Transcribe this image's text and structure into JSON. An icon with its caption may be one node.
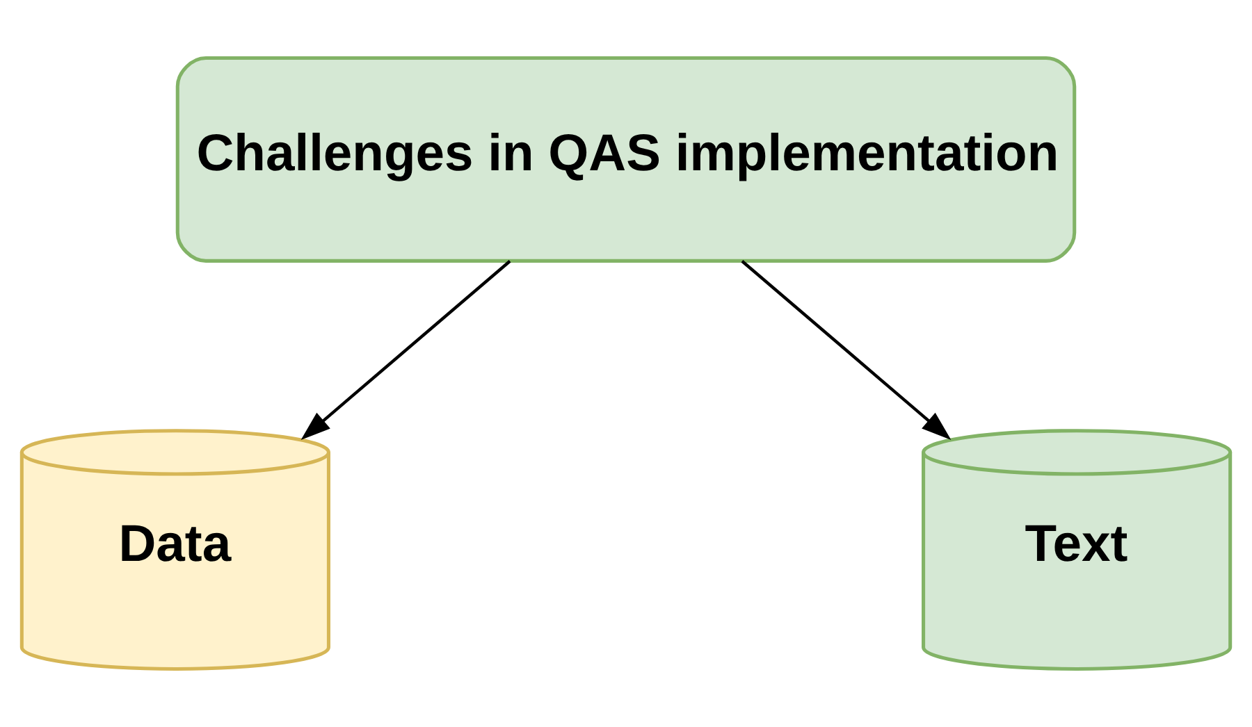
{
  "diagram": {
    "nodes": [
      {
        "text": [
          "Challenges in QAS implementation"
        ]
      },
      {
        "text": [
          "Data"
        ]
      },
      {
        "text": [
          "Text"
        ]
      }
    ],
    "edges": [
      {
        "from": 0,
        "to": 1,
        "arrow": "to"
      },
      {
        "from": 0,
        "to": 2,
        "arrow": "to"
      }
    ]
  }
}
